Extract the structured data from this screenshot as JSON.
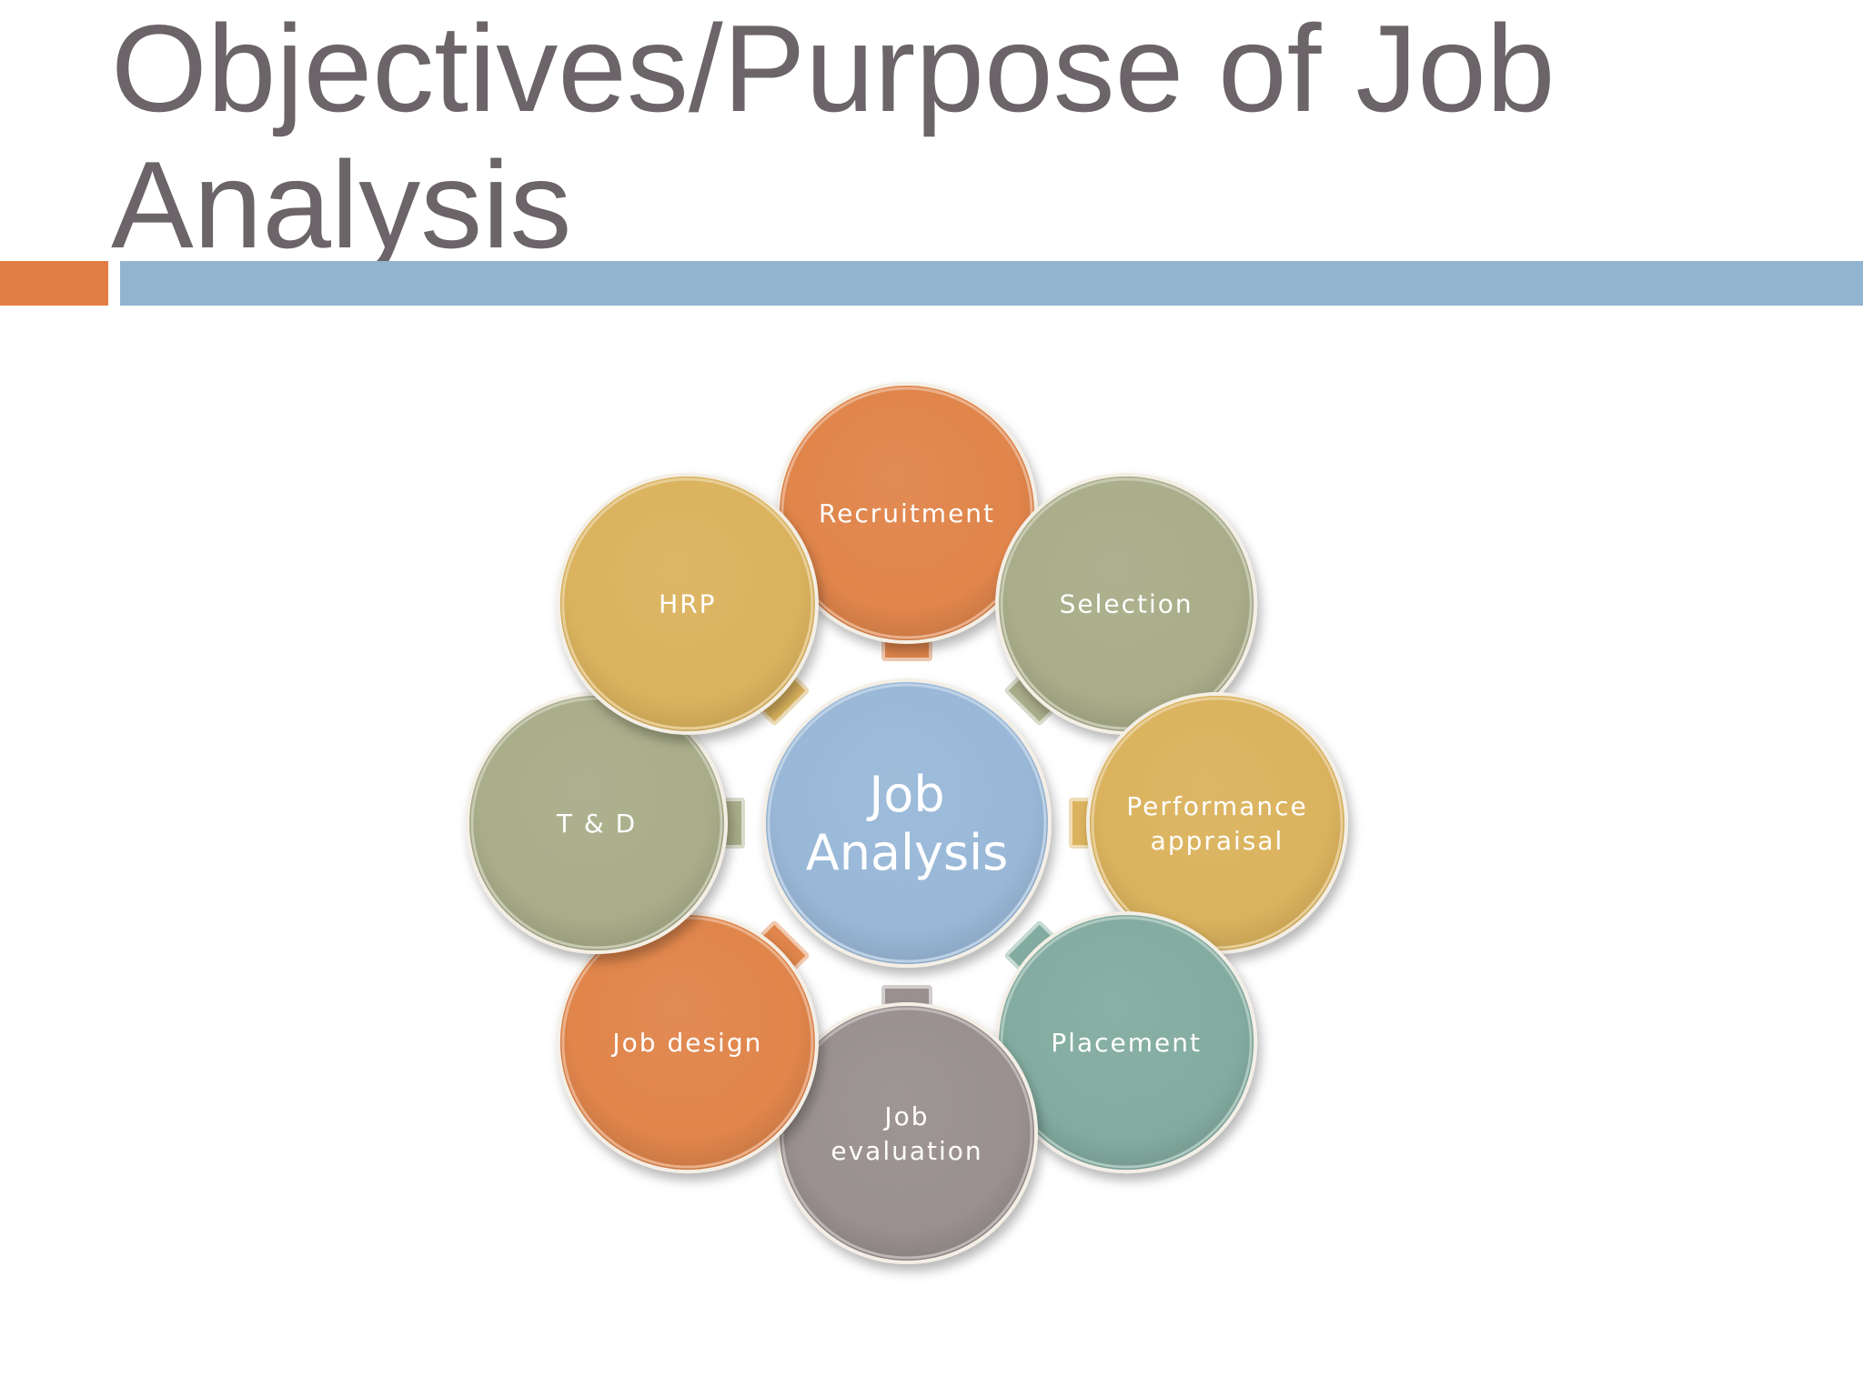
{
  "slide": {
    "title_line1": "Objectives/Purpose of Job",
    "title_line2": "Analysis"
  },
  "colors": {
    "orange": "#e0854b",
    "olive": "#a9ad89",
    "gold": "#dbb35e",
    "teal": "#83aca0",
    "gray": "#99908f",
    "blue": "#99b8d8",
    "accent_orange": "#e27e45",
    "accent_blue": "#93b4d0",
    "title": "#6b6468"
  },
  "hub": {
    "lines": [
      "Job",
      "Analysis"
    ],
    "color": "blue"
  },
  "nodes": [
    {
      "id": "recruitment",
      "lines": [
        "Recruitment"
      ],
      "color": "orange",
      "arrow": "orange"
    },
    {
      "id": "selection",
      "lines": [
        "Selection"
      ],
      "color": "olive",
      "arrow": "olive"
    },
    {
      "id": "performance-appraisal",
      "lines": [
        "Performance",
        "appraisal"
      ],
      "color": "gold",
      "arrow": "gold"
    },
    {
      "id": "placement",
      "lines": [
        "Placement"
      ],
      "color": "teal",
      "arrow": "teal"
    },
    {
      "id": "job-evaluation",
      "lines": [
        "Job",
        "evaluation"
      ],
      "color": "gray",
      "arrow": "gray"
    },
    {
      "id": "job-design",
      "lines": [
        "Job design"
      ],
      "color": "orange",
      "arrow": "orange"
    },
    {
      "id": "t-and-d",
      "lines": [
        "T & D"
      ],
      "color": "olive",
      "arrow": "olive"
    },
    {
      "id": "hrp",
      "lines": [
        "HRP"
      ],
      "color": "gold",
      "arrow": "gold"
    }
  ]
}
